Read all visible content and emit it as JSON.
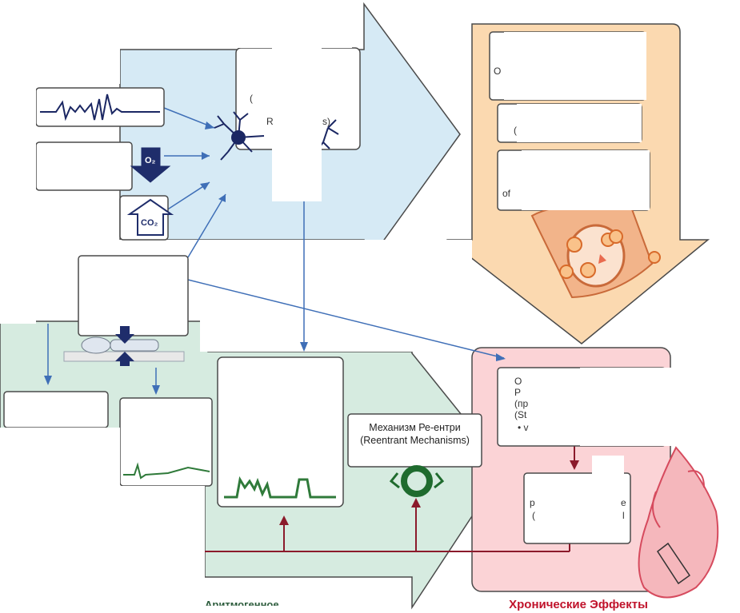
{
  "reentrant": {
    "label_ru": "Механизм Ре-ентри",
    "label_en": "(Reentrant Mechanisms)"
  },
  "chronic": {
    "title": "Хронические Эффекты",
    "partial_lines": [
      "O",
      "P",
      "(пр",
      "(St",
      "• v"
    ],
    "inner_box_partial": [
      "р",
      "(",
      "е",
      "l"
    ]
  },
  "top_right_box": {
    "partial_lines": [
      "O",
      "(",
      "of"
    ]
  },
  "neuron_box": {
    "partial_lines": [
      "(",
      "R",
      "s)"
    ]
  },
  "gases": {
    "o2": "O₂",
    "co2": "CO₂"
  },
  "bottom_left_partial": "Аритмогенное",
  "colors": {
    "blue_arrow": "#d6eaf5",
    "orange_arrow": "#fbd9b0",
    "green_arrow": "#d6ebe0",
    "pink_panel": "#fbd3d6",
    "connector_blue": "#3f6fb7",
    "connector_red": "#8b1a2b",
    "trace_green": "#2f7a3a",
    "trace_navy": "#1b2763"
  }
}
